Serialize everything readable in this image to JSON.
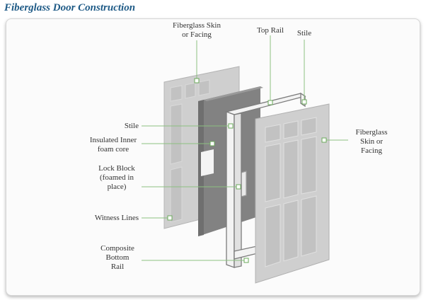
{
  "title": "Fiberglass Door Construction",
  "labels": {
    "skin_left": [
      "Fiberglass Skin",
      "or Facing"
    ],
    "top_rail": "Top Rail",
    "stile_top": "Stile",
    "stile_left": "Stile",
    "foam_core": [
      "Insulated Inner",
      "foam core"
    ],
    "lock_block": [
      "Lock Block",
      "(foamed in",
      "place)"
    ],
    "witness_lines": "Witness Lines",
    "bottom_rail": [
      "Composite",
      "Bottom",
      "Rail"
    ],
    "skin_right": [
      "Fiberglass",
      "Skin or",
      "Facing"
    ]
  },
  "colors": {
    "title": "#1e5a86",
    "skin": "#c9c9c9",
    "core": "#7e7e7e",
    "leader": "#8cc080"
  }
}
